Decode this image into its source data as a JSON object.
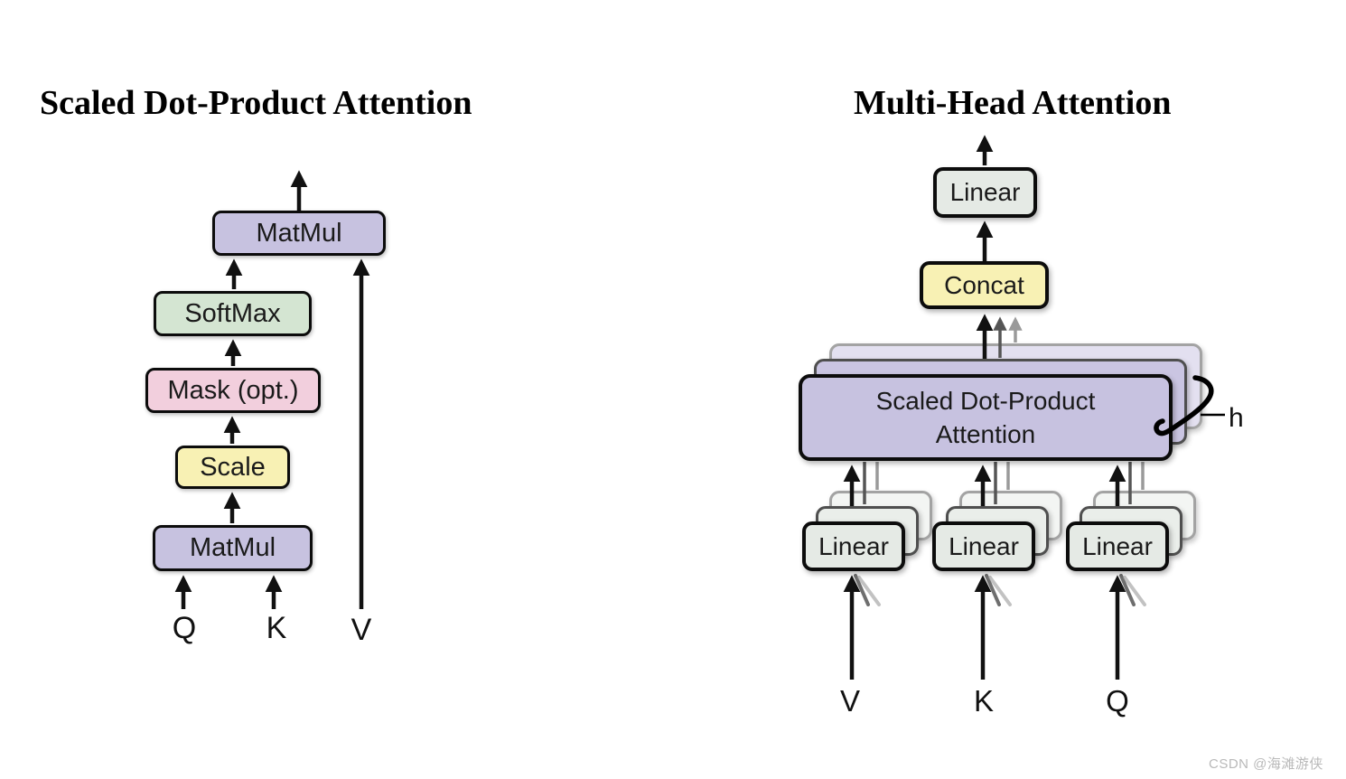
{
  "titles": {
    "left": "Scaled Dot-Product Attention",
    "right": "Multi-Head Attention"
  },
  "left_diagram": {
    "nodes": {
      "matmul_top": "MatMul",
      "softmax": "SoftMax",
      "mask": "Mask (opt.)",
      "scale": "Scale",
      "matmul_bottom": "MatMul"
    },
    "inputs": {
      "q": "Q",
      "k": "K",
      "v": "V"
    }
  },
  "right_diagram": {
    "nodes": {
      "linear_out": "Linear",
      "concat": "Concat",
      "sdpa": "Scaled Dot-Product Attention",
      "linear_v": "Linear",
      "linear_k": "Linear",
      "linear_q": "Linear"
    },
    "inputs": {
      "v": "V",
      "k": "K",
      "q": "Q"
    },
    "heads_label": "h"
  },
  "watermark": "CSDN @海滩游侠",
  "colors": {
    "node_purple": "#c7c2e0",
    "node_green": "#d4e5d2",
    "node_pink": "#f2cfdd",
    "node_yellow": "#f8f1b4",
    "node_gray": "#e5eae5",
    "arrow_black": "#111111",
    "arrow_dark_gray": "#555555",
    "arrow_light_gray": "#9a9a9a",
    "watermark_gray": "#b9b9b9"
  }
}
